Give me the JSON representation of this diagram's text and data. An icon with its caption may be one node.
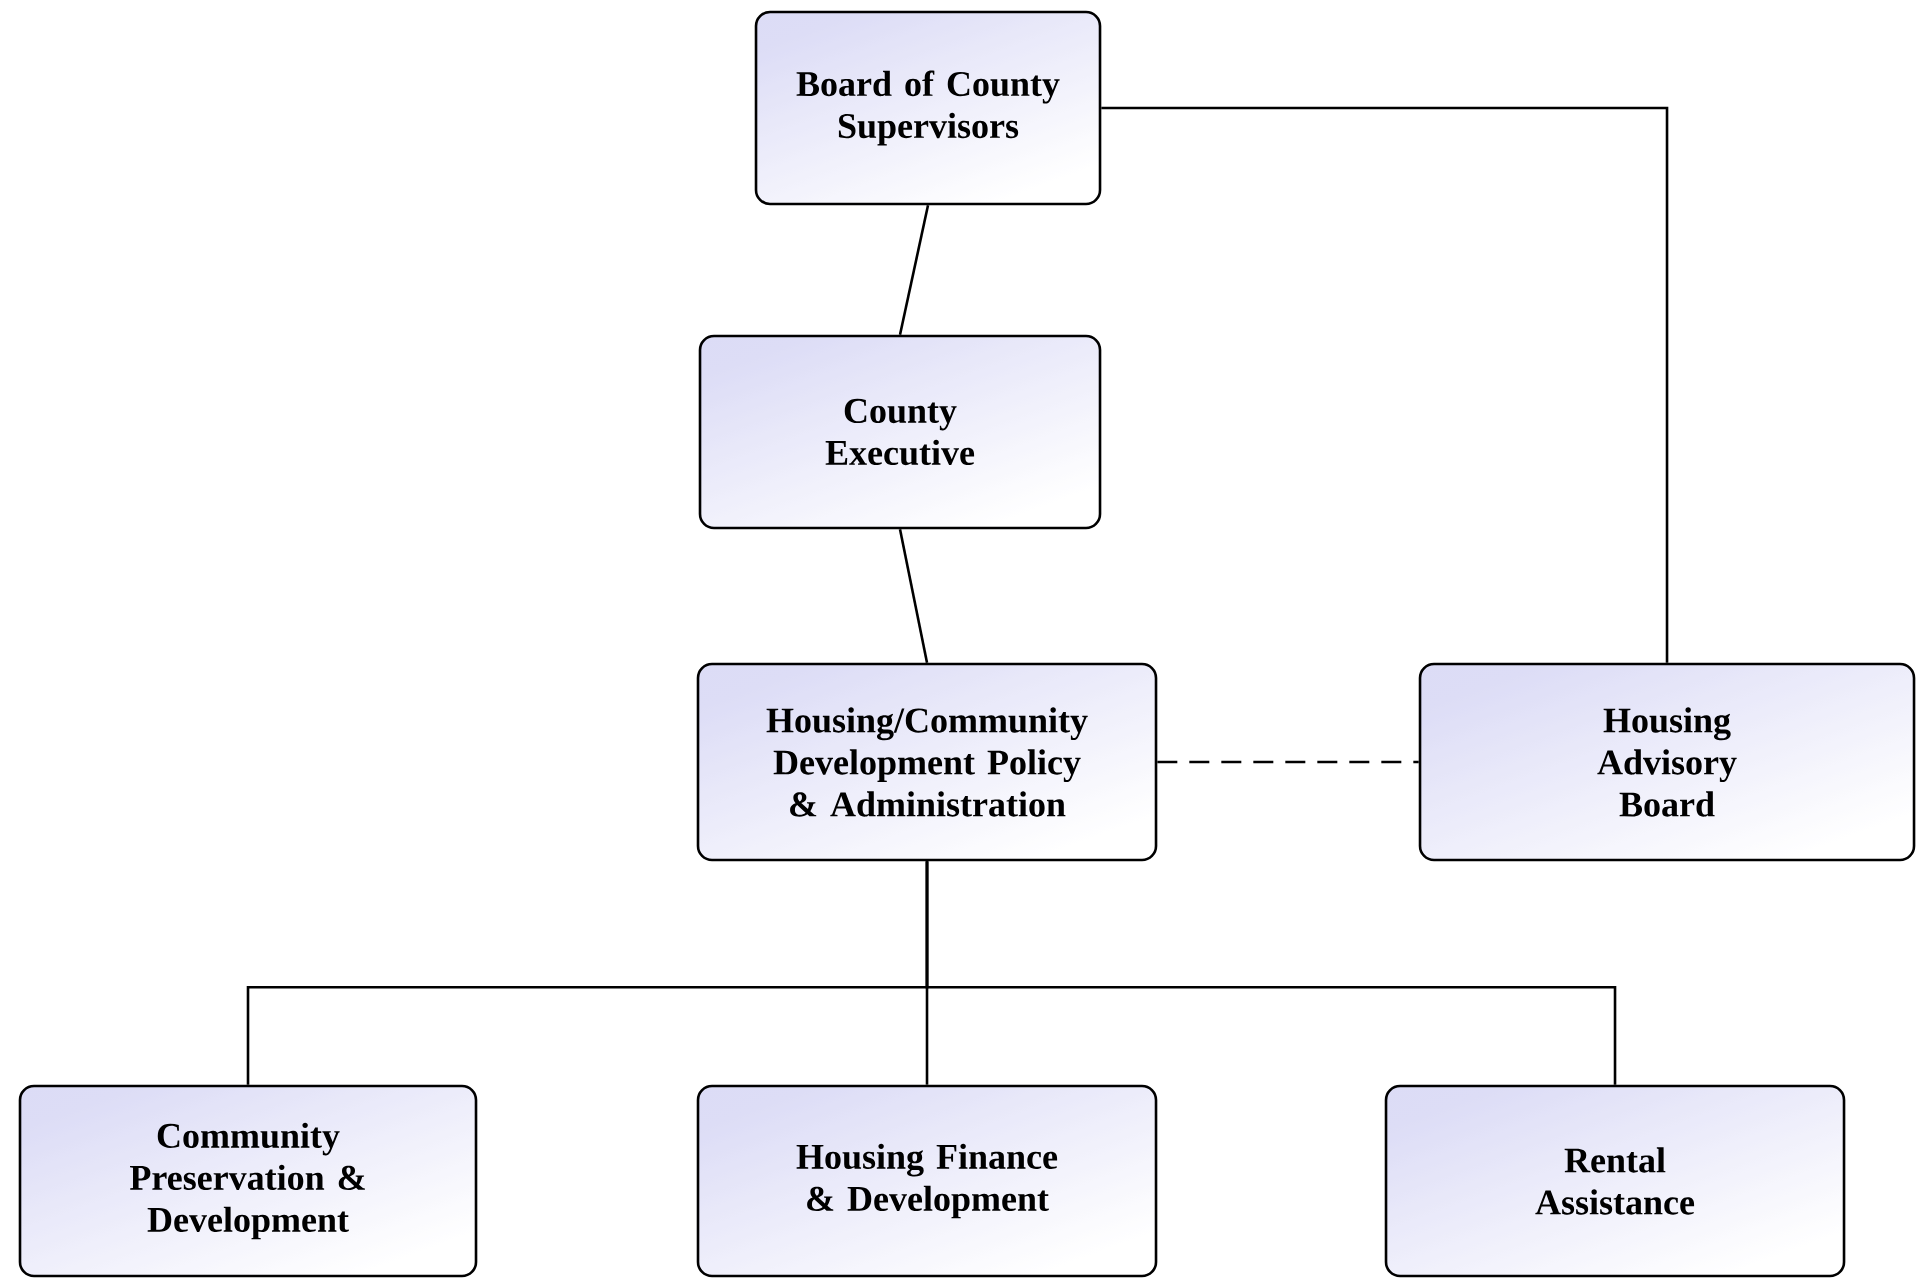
{
  "diagram": {
    "nodes": [
      {
        "text": [
          "Board of County Supervisors"
        ]
      },
      {
        "text": [
          "County Executive"
        ]
      },
      {
        "text": [
          "Housing/Community Development Policy & Administration"
        ]
      },
      {
        "text": [
          "Housing Advisory Board"
        ]
      },
      {
        "text": [
          "Community Preservation & Development"
        ]
      },
      {
        "text": [
          "Housing Finance & Development"
        ]
      },
      {
        "text": [
          "Rental Assistance"
        ]
      }
    ],
    "edges": [
      {
        "from": 0,
        "to": 1,
        "arrow": "none"
      },
      {
        "from": 0,
        "to": 3,
        "arrow": "none"
      },
      {
        "from": 1,
        "to": 2,
        "arrow": "none"
      },
      {
        "from": 2,
        "to": 3,
        "arrow": "none",
        "style": "dashed"
      },
      {
        "from": 2,
        "to": 4,
        "arrow": "none"
      },
      {
        "from": 2,
        "to": 5,
        "arrow": "none"
      },
      {
        "from": 2,
        "to": 6,
        "arrow": "none"
      }
    ]
  }
}
